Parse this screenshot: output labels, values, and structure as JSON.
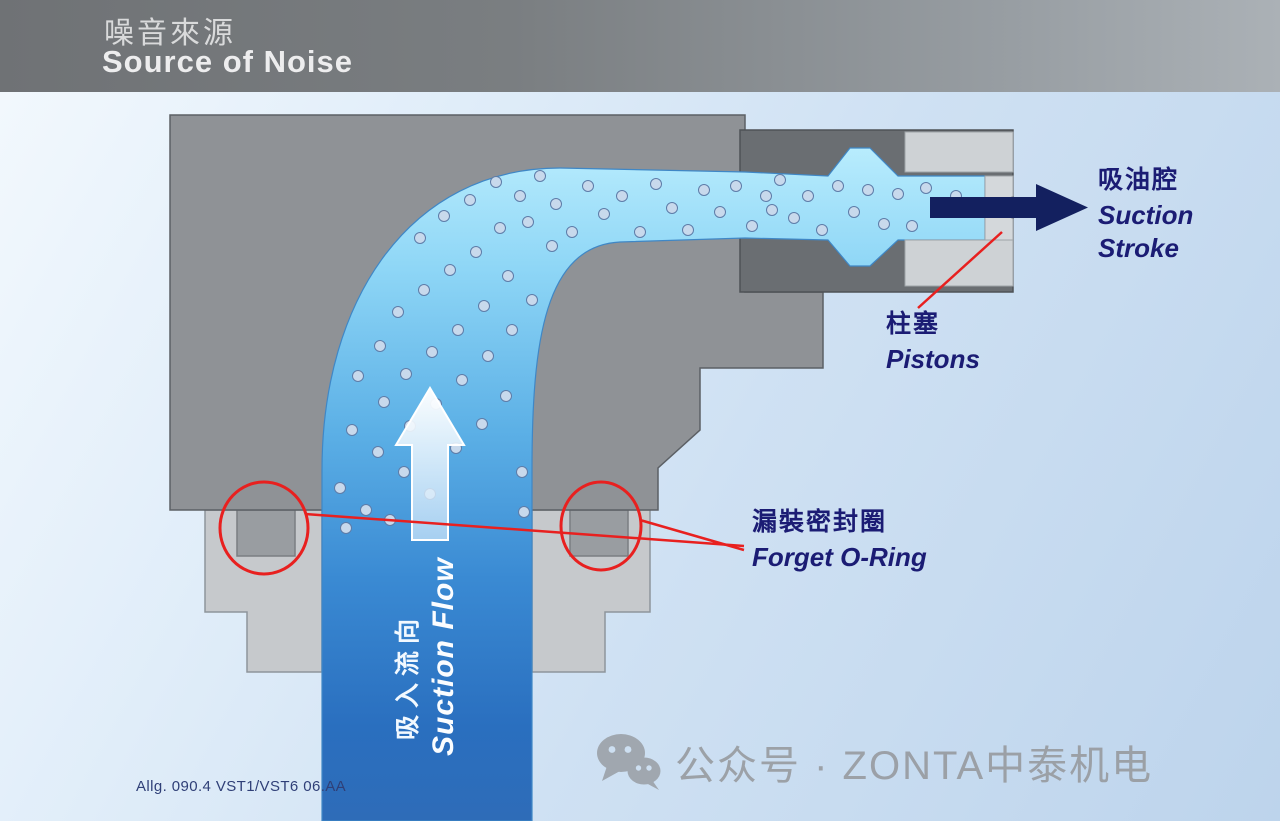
{
  "header": {
    "title_zh": "噪音來源",
    "title_en": "Source of Noise"
  },
  "diagram": {
    "labels": {
      "suction_chamber_zh": "吸油腔",
      "suction_stroke_en_line1": "Suction",
      "suction_stroke_en_line2": "Stroke",
      "pistons_zh": "柱塞",
      "pistons_en": "Pistons",
      "oring_zh": "漏裝密封圈",
      "oring_en": "Forget O-Ring",
      "flow_zh": "吸入流向",
      "flow_en": "Suction Flow"
    },
    "footnote": "Allg. 090.4 VST1/VST6 06.AA",
    "colors": {
      "annotation_red": "#e8201f",
      "label_navy": "#1b1c74",
      "arrow_navy": "#13205f",
      "fluid_light": "#b8ecfd",
      "fluid_deep": "#2a6fbf",
      "housing_gray": "#8f9296",
      "block_gray": "#6a6e72",
      "flange_gray": "#c6c9cc"
    }
  },
  "watermark": {
    "icon": "wechat-icon",
    "text": "公众号 · ZONTA中泰机电"
  }
}
